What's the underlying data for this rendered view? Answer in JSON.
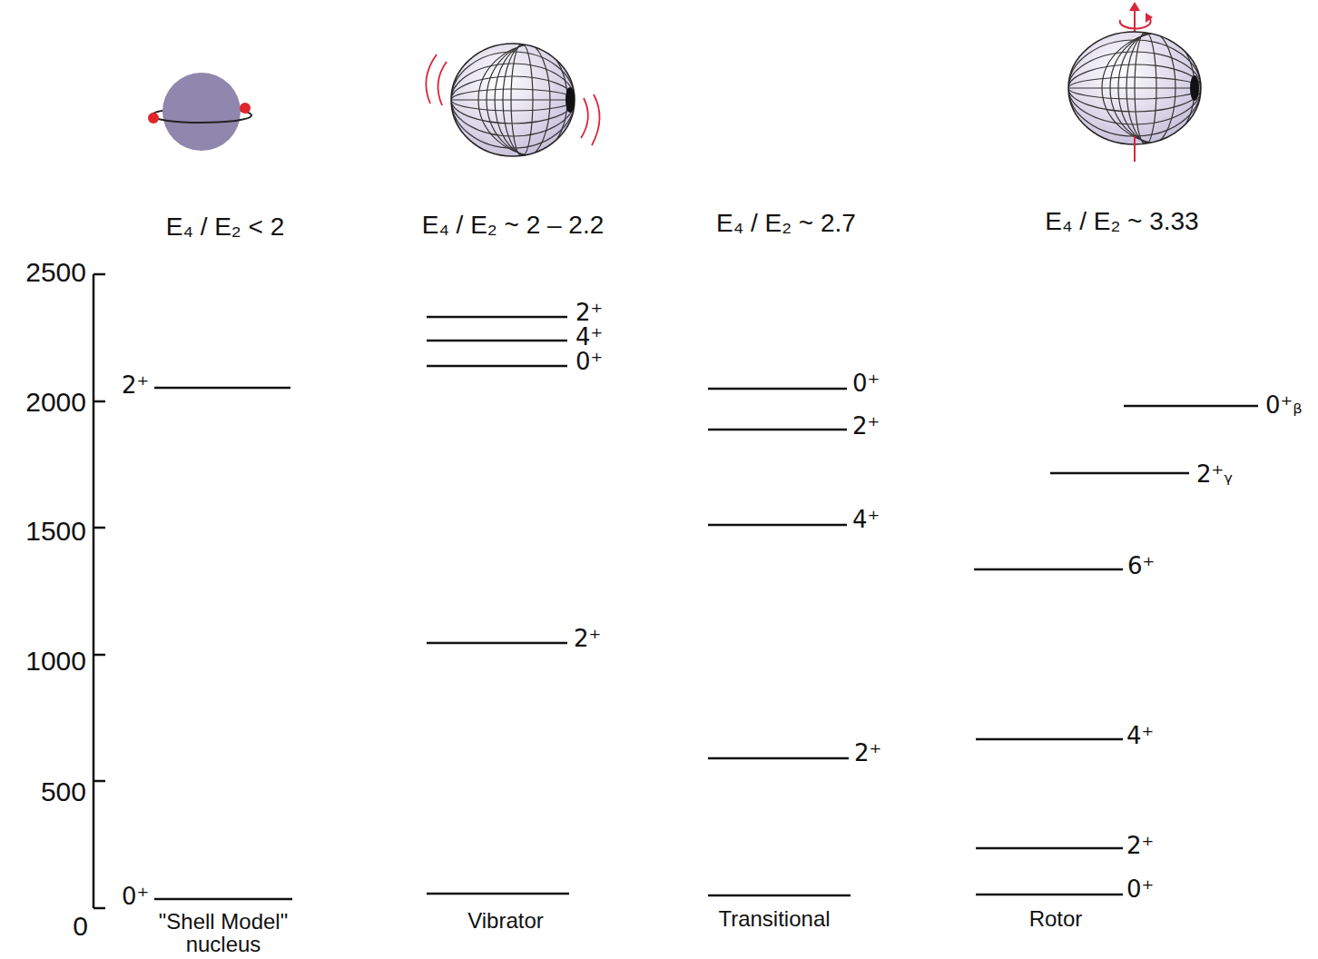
{
  "diagram": {
    "labels": [
      "E₄ / E₂ < 2",
      "E₄ / E₂ ~ 2 – 2.2",
      "E₄ / E₂ ~ 2.7",
      "E₄ / E₂ ~ 3.33",
      "2500",
      "2000",
      "1500",
      "1000",
      "500",
      "0",
      "2⁺",
      "0⁺",
      "\"Shell Model\" nucleus",
      "2⁺",
      "4⁺",
      "0⁺",
      "2⁺",
      "Vibrator",
      "0⁺",
      "2⁺",
      "4⁺",
      "2⁺",
      "Transitional",
      "0⁺ᵦ",
      "2⁺ᵧ",
      "6⁺",
      "4⁺",
      "2⁺",
      "0⁺",
      "Rotor"
    ]
  }
}
